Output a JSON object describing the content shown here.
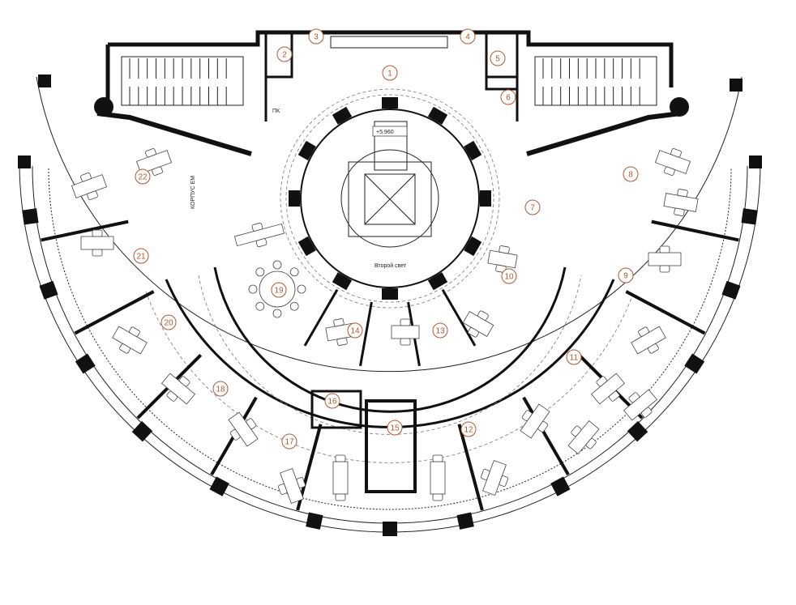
{
  "plan": {
    "level_mark": "+5.960",
    "void_label": "Второй свет",
    "small_label_left": "КОРПУС ЕМ",
    "small_label_wc": "ПК",
    "rooms": [
      "1",
      "2",
      "3",
      "4",
      "5",
      "6",
      "7",
      "8",
      "9",
      "10",
      "11",
      "12",
      "13",
      "14",
      "15",
      "16",
      "17",
      "18",
      "19",
      "20",
      "21",
      "22"
    ]
  }
}
